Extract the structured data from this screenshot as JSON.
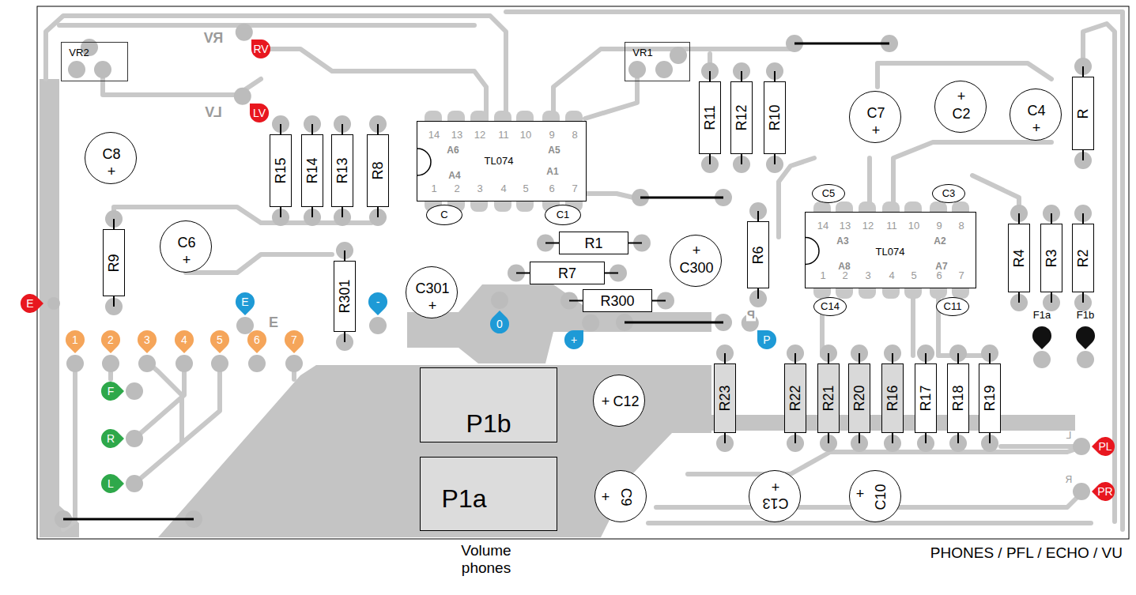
{
  "diagram": {
    "nodes": [
      {
        "text": [
          "VR2"
        ]
      },
      {
        "text": [
          "VR1"
        ]
      },
      {
        "text": [
          "RV"
        ]
      },
      {
        "text": [
          "LV"
        ]
      },
      {
        "text": [
          "C8",
          "+"
        ]
      },
      {
        "text": [
          "R15"
        ]
      },
      {
        "text": [
          "R14"
        ]
      },
      {
        "text": [
          "R13"
        ]
      },
      {
        "text": [
          "R8"
        ]
      },
      {
        "text": [
          "14",
          "13",
          "12",
          "11",
          "10",
          "9",
          "8",
          "A6",
          "A5",
          "TL074",
          "A4",
          "A1",
          "1",
          "2",
          "3",
          "4",
          "5",
          "6",
          "7"
        ]
      },
      {
        "text": [
          "R11"
        ]
      },
      {
        "text": [
          "R12"
        ]
      },
      {
        "text": [
          "R10"
        ]
      },
      {
        "text": [
          "C7",
          "+"
        ]
      },
      {
        "text": [
          "+",
          "C2"
        ]
      },
      {
        "text": [
          "C4",
          "+"
        ]
      },
      {
        "text": [
          "R"
        ]
      },
      {
        "text": [
          "C"
        ]
      },
      {
        "text": [
          "C1"
        ]
      },
      {
        "text": [
          "C5"
        ]
      },
      {
        "text": [
          "C3"
        ]
      },
      {
        "text": [
          "R9"
        ]
      },
      {
        "text": [
          "C6",
          "+"
        ]
      },
      {
        "text": [
          "R1"
        ]
      },
      {
        "text": [
          "R6"
        ]
      },
      {
        "text": [
          "14",
          "13",
          "12",
          "11",
          "10",
          "9",
          "8",
          "A3",
          "A2",
          "TL074",
          "A8",
          "A7",
          "1",
          "2",
          "3",
          "4",
          "5",
          "6",
          "7"
        ]
      },
      {
        "text": [
          "R4"
        ]
      },
      {
        "text": [
          "R3"
        ]
      },
      {
        "text": [
          "R2"
        ]
      },
      {
        "text": [
          "+",
          "C300"
        ]
      },
      {
        "text": [
          "R301"
        ]
      },
      {
        "text": [
          "R7"
        ]
      },
      {
        "text": [
          "C301",
          "+"
        ]
      },
      {
        "text": [
          "R300"
        ]
      },
      {
        "text": [
          "E"
        ]
      },
      {
        "text": [
          "E"
        ]
      },
      {
        "text": [
          "-"
        ]
      },
      {
        "text": [
          "0"
        ]
      },
      {
        "text": [
          "C14"
        ]
      },
      {
        "text": [
          "C11"
        ]
      },
      {
        "text": [
          "+"
        ]
      },
      {
        "text": [
          "P"
        ]
      },
      {
        "text": [
          "F1a"
        ]
      },
      {
        "text": [
          "F1b"
        ]
      },
      {
        "text": [
          "1"
        ]
      },
      {
        "text": [
          "2"
        ]
      },
      {
        "text": [
          "3"
        ]
      },
      {
        "text": [
          "4"
        ]
      },
      {
        "text": [
          "5"
        ]
      },
      {
        "text": [
          "6"
        ]
      },
      {
        "text": [
          "7"
        ]
      },
      {
        "text": [
          "F"
        ]
      },
      {
        "text": [
          "R"
        ]
      },
      {
        "text": [
          "L"
        ]
      },
      {
        "text": [
          "P1b"
        ]
      },
      {
        "text": [
          "+",
          "C12"
        ]
      },
      {
        "text": [
          "R23"
        ]
      },
      {
        "text": [
          "R22"
        ]
      },
      {
        "text": [
          "R21"
        ]
      },
      {
        "text": [
          "R20"
        ]
      },
      {
        "text": [
          "R16"
        ]
      },
      {
        "text": [
          "R17"
        ]
      },
      {
        "text": [
          "R18"
        ]
      },
      {
        "text": [
          "R19"
        ]
      },
      {
        "text": [
          "PL"
        ]
      },
      {
        "text": [
          "P1a"
        ]
      },
      {
        "text": [
          "+",
          "C9"
        ]
      },
      {
        "text": [
          "C13",
          "+"
        ]
      },
      {
        "text": [
          "+",
          "C10"
        ]
      },
      {
        "text": [
          "PR"
        ]
      }
    ],
    "labels": [
      "RV",
      "LV",
      "E",
      "P",
      "L",
      "R",
      "Volume phones",
      "PHONES / PFL / ECHO / VU"
    ]
  }
}
